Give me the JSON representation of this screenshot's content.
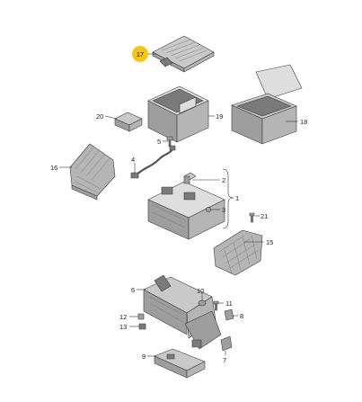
{
  "diagram": {
    "highlight_color": "#f5c518",
    "callouts": [
      {
        "id": "c17",
        "text": "17",
        "highlight": true
      },
      {
        "id": "c19",
        "text": "19"
      },
      {
        "id": "c18",
        "text": "18"
      },
      {
        "id": "c20",
        "text": "20"
      },
      {
        "id": "c5",
        "text": "5"
      },
      {
        "id": "c16",
        "text": "16"
      },
      {
        "id": "c4",
        "text": "4"
      },
      {
        "id": "c2",
        "text": "2"
      },
      {
        "id": "c1",
        "text": "1"
      },
      {
        "id": "c3",
        "text": "3"
      },
      {
        "id": "c21",
        "text": "21"
      },
      {
        "id": "c15",
        "text": "15"
      },
      {
        "id": "c6",
        "text": "6"
      },
      {
        "id": "c10",
        "text": "10"
      },
      {
        "id": "c11",
        "text": "11"
      },
      {
        "id": "c12",
        "text": "12"
      },
      {
        "id": "c8",
        "text": "8"
      },
      {
        "id": "c13",
        "text": "13"
      },
      {
        "id": "c9",
        "text": "9"
      },
      {
        "id": "c7",
        "text": "7"
      }
    ]
  }
}
